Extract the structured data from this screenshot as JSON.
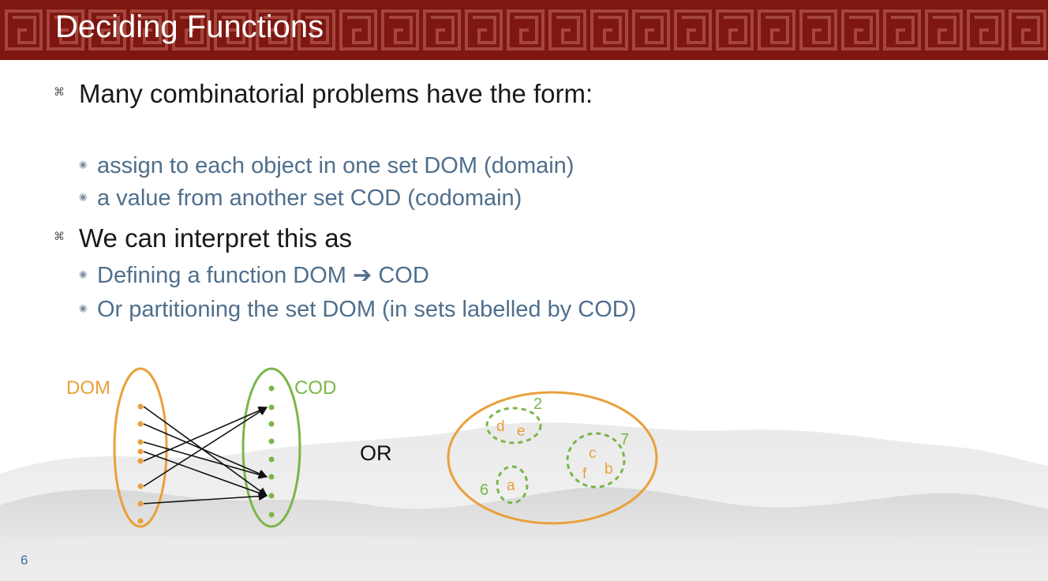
{
  "slide": {
    "title": "Deciding Functions",
    "page_number": "6",
    "bullets": [
      {
        "text": "Many combinatorial problems have the form:",
        "sub": [
          "assign to each object in one set DOM (domain)",
          "a value from another set COD (codomain)"
        ]
      },
      {
        "text": "We can interpret this as",
        "sub": [
          "Defining a function DOM  ➔ COD",
          "Or partitioning the set DOM (in sets labelled by COD)"
        ]
      }
    ],
    "bullet_marks": {
      "level1": "⌘",
      "level2": "◉"
    },
    "diagram": {
      "dom_label": "DOM",
      "cod_label": "COD",
      "or_label": "OR",
      "partition_labels": {
        "p2": "2",
        "p7": "7",
        "p6": "6",
        "d": "d",
        "e": "e",
        "c": "c",
        "f": "f",
        "b": "b",
        "a": "a"
      }
    },
    "colors": {
      "header": "#7e1711",
      "orange": "#e9a03b",
      "green": "#7ab648",
      "sub_text": "#4f6f8c",
      "page_number": "#3a6ea5"
    }
  }
}
